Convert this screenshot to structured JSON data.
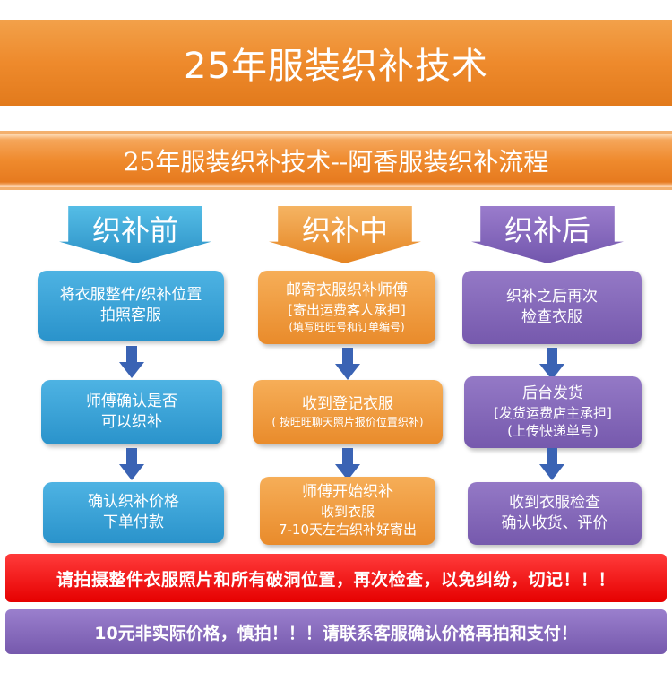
{
  "header": {
    "title": "25年服装织补技术",
    "subtitle": "25年服装织补技术--阿香服装织补流程"
  },
  "stages": [
    {
      "label": "织补前",
      "color": "#2a93cb"
    },
    {
      "label": "织补中",
      "color": "#e98b2b"
    },
    {
      "label": "织补后",
      "color": "#7659ad"
    }
  ],
  "before": {
    "step1": {
      "line1": "将衣服整件/织补位置",
      "line2": "拍照客服"
    },
    "step2": {
      "line1": "师傅确认是否",
      "line2": "可以织补"
    },
    "step3": {
      "line1": "确认织补价格",
      "line2": "下单付款"
    }
  },
  "during": {
    "step1": {
      "line1": "邮寄衣服织补师傅",
      "line2": "[寄出运费客人承担]",
      "line3": "(填写旺旺号和订单编号)"
    },
    "step2": {
      "line1": "收到登记衣服",
      "line2": "( 按旺旺聊天照片报价位置织补)"
    },
    "step3": {
      "line1": "师傅开始织补",
      "line2": "收到衣服",
      "line3": "7-10天左右织补好寄出"
    }
  },
  "after": {
    "step1": {
      "line1": "织补之后再次",
      "line2": "检查衣服"
    },
    "step2": {
      "line1": "后台发货",
      "line2": "[发货运费店主承担]",
      "line3": "(上传快递单号)"
    },
    "step3": {
      "line1": "收到衣服检查",
      "line2": "确认收货、评价"
    }
  },
  "notices": {
    "red": "请拍摄整件衣服照片和所有破洞位置，再次检查，以免纠纷，切记！！！",
    "purple": "10元非实际价格，慎拍！！！请联系客服确认价格再拍和支付！"
  }
}
